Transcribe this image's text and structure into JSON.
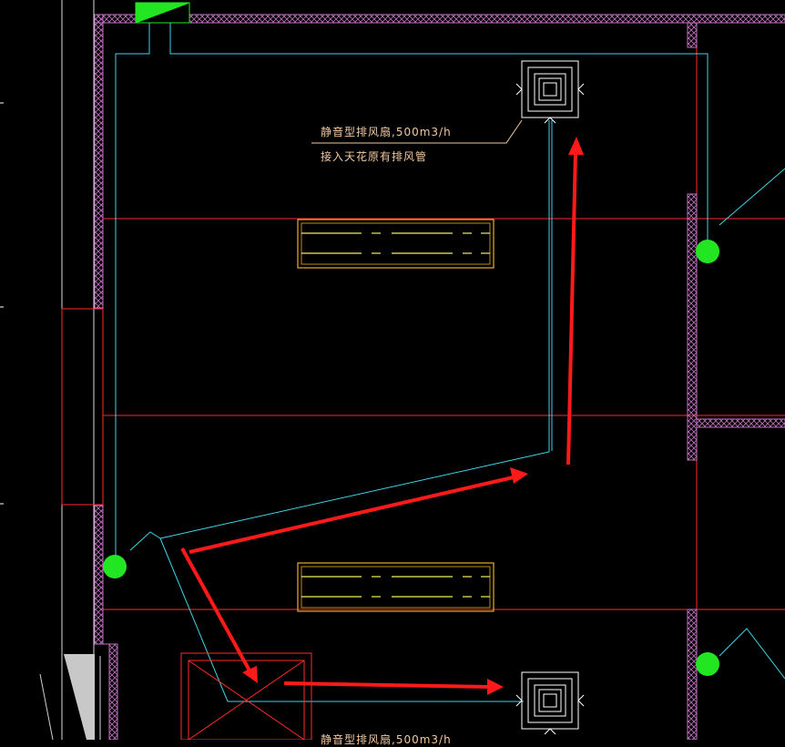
{
  "drawing": {
    "annotations": {
      "fan_spec": "静音型排风扇,500m3/h",
      "fan_note": "接入天花原有排风管",
      "fan_spec_bottom": "静音型排风扇,500m3/h"
    },
    "colors": {
      "background": "#000000",
      "gridline": "#ff2a2a",
      "duct": "#3fd6e6",
      "wall_hatch": "#c070c0",
      "fixture": "#e8b020",
      "fixture_line": "#f0f060",
      "annotation": "#f2c9a0",
      "node": "#22e622",
      "arrow": "#ff1a1a",
      "diffuser": "#ffffff"
    }
  }
}
